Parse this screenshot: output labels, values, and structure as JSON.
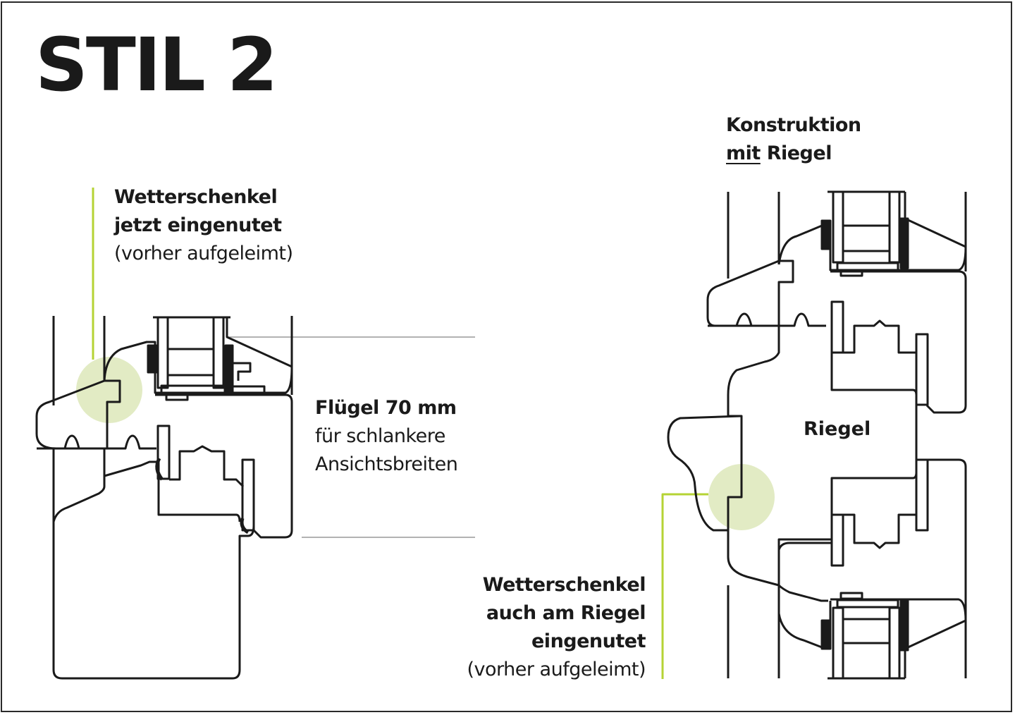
{
  "title": "STIL 2",
  "accent_color": "#b5d334",
  "highlight_color": "#e2ebc4",
  "left_drawing": {
    "callout_top": {
      "line1": "Wetterschenkel",
      "line2": "jetzt eingenutet",
      "line3": "(vorher aufgeleimt)"
    },
    "callout_side": {
      "line1": "Flügel 70 mm",
      "line2": "für schlankere",
      "line3": "Ansichtsbreiten"
    }
  },
  "right_drawing": {
    "heading": {
      "underlined": "mit",
      "line1": "Konstruktion",
      "line2_rest": " Riegel"
    },
    "center_label": "Riegel",
    "callout_bottom": {
      "line1": "Wetterschenkel",
      "line2": "auch am Riegel",
      "line3": "eingenutet",
      "line4": "(vorher aufgeleimt)"
    }
  }
}
